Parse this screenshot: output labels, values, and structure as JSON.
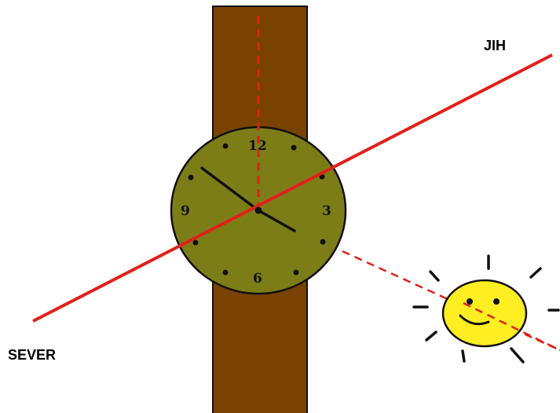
{
  "labels": {
    "south": "JIH",
    "north": "SEVER"
  },
  "watch": {
    "numerals": {
      "twelve": "12",
      "three": "3",
      "six": "6",
      "nine": "9"
    },
    "colors": {
      "strap": "#7a4200",
      "face": "#7d7d18",
      "hands": "#111111"
    }
  },
  "sun": {
    "colors": {
      "body": "#ffee22",
      "outline": "#111111"
    }
  },
  "lines": {
    "color": "#e0201a"
  }
}
